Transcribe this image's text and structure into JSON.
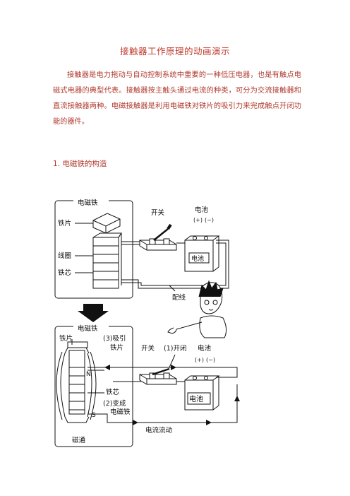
{
  "document": {
    "title": "接触器工作原理的动画演示",
    "paragraph": "接触器是电力拖动与自动控制系统中重要的一种低压电器，也是有触点电磁式电器的典型代表。接触器按主触头通过电流的种类，可分为交流接触器和直流接触器两种。电磁接触器是利用电磁铁对铁片的吸引力来完成触点开闭功能的器件。",
    "section_heading": "1. 电磁铁的构造"
  },
  "figure": {
    "top": {
      "box_label": "电磁铁",
      "iron_piece": "铁片",
      "coil": "线圈",
      "core": "铁芯",
      "switch": "开关",
      "battery": "电池",
      "plus": "(+)",
      "minus": "(−)",
      "battery_text": "电池",
      "wiring": "配线"
    },
    "bottom": {
      "box_label": "电磁铁",
      "iron_piece": "铁片",
      "attract_1": "(3)吸引",
      "attract_2": "铁片",
      "switch": "开关",
      "closed": "(1)开闭",
      "battery": "电池",
      "plus": "(+)",
      "minus": "(−)",
      "north": "N",
      "south": "S",
      "core": "铁芯",
      "becomes_1": "(2)变成",
      "becomes_2": "电磁铁",
      "flux": "磁通",
      "battery_text": "电池",
      "current": "电流流动"
    }
  }
}
